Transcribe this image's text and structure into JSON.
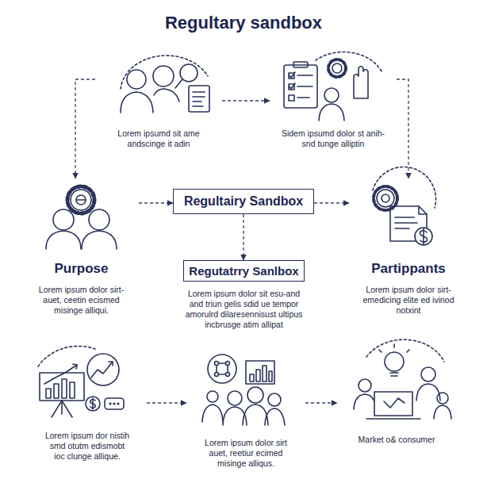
{
  "diagram": {
    "title": "Regultary sandbox",
    "nodes": [
      {
        "text": [
          "Lorem ipsumd sit ame andscinge it adin"
        ]
      },
      {
        "text": [
          "Sidem ipsumd dolor st anih- snd tunge alliptin"
        ]
      },
      {
        "text": [
          "Regultairy Sandbox"
        ]
      },
      {
        "text": [
          "Purpose",
          "Lorem ipsum dolor sirt- auet, ceetin ecismed misinge alliqui."
        ]
      },
      {
        "text": [
          "Regutatrry Sanlbox",
          "Lorem ipsum dolor sit esu-and and triun gelis sdid ue tempor amorulrd dilaresennisust ultipus incbrusge atim allipat"
        ]
      },
      {
        "text": [
          "Partippants",
          "Lorem ipsum dolor sirt- emedicing elite ed ivinod notxint"
        ]
      },
      {
        "text": [
          "Lorem ipsum dor nistih smd otutm edismobt ioc clunge allique."
        ]
      },
      {
        "text": [
          "Lorem ipsum dolor sirt auet, reetiur ecimed misinge alliqus."
        ]
      },
      {
        "text": [
          "Market o& consumer"
        ]
      }
    ],
    "edges": [
      {
        "from": 0,
        "to": 1,
        "arrow": "to"
      },
      {
        "from": 0,
        "to": 3,
        "arrow": "to"
      },
      {
        "from": 1,
        "to": 5,
        "arrow": "to"
      },
      {
        "from": 3,
        "to": 2,
        "arrow": "to"
      },
      {
        "from": 2,
        "to": 5,
        "arrow": "to"
      },
      {
        "from": 2,
        "to": 4,
        "arrow": "to"
      },
      {
        "from": 6,
        "to": 7,
        "arrow": "to"
      },
      {
        "from": 7,
        "to": 8,
        "arrow": "to"
      }
    ]
  }
}
